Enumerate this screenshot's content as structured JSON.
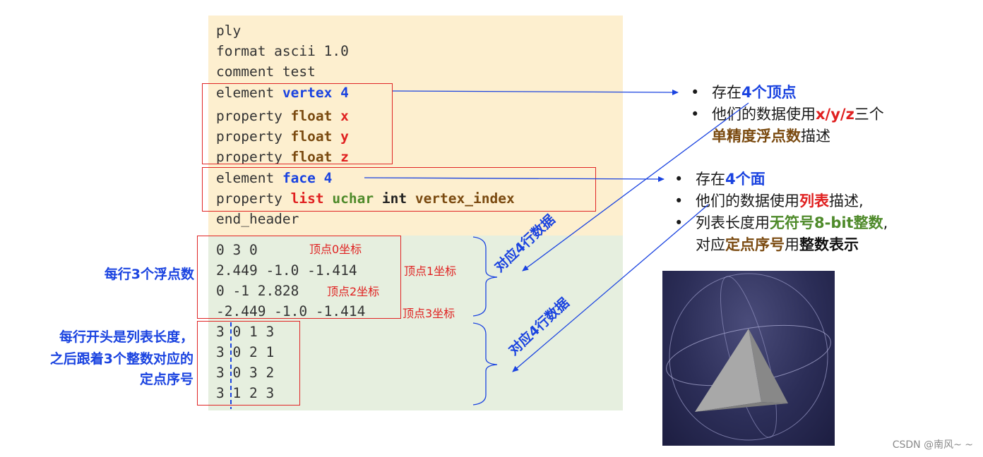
{
  "header_lines": {
    "l1": "ply",
    "l2": "format ascii 1.0",
    "l3": "comment test",
    "element_kw": "element",
    "vertex": "vertex",
    "vertex_count": "4",
    "property_kw": "property",
    "float": "float",
    "x": "x",
    "y": "y",
    "z": "z",
    "face": "face",
    "face_count": "4",
    "list": "list",
    "uchar": "uchar",
    "int": "int",
    "vertex_index": "vertex_index",
    "end_header": "end_header"
  },
  "vertex_lines": [
    "0 3 0",
    "2.449 -1.0 -1.414",
    "0 -1 2.828",
    "-2.449 -1.0 -1.414"
  ],
  "vertex_labels": [
    "顶点0坐标",
    "顶点1坐标",
    "顶点2坐标",
    "顶点3坐标"
  ],
  "face_counts": [
    "3",
    "3",
    "3",
    "3"
  ],
  "face_indices": [
    "0 1 3",
    "0 2 1",
    "0 3 2",
    "1 2 3"
  ],
  "left_labels": {
    "floats": "每行3个浮点数",
    "face_line1": "每行开头是列表长度，",
    "face_line2": "之后跟着3个整数对应的",
    "face_line3": "定点序号"
  },
  "rotated_labels": {
    "vertex_rows": "对应4行数据",
    "face_rows": "对应4行数据"
  },
  "vertex_desc": {
    "b1_pre": "存在",
    "b1_em": "4个顶点",
    "b2_pre": "他们的数据使用",
    "b2_em": "x/y/z",
    "b2_post": "三个",
    "b3_em": "单精度浮点数",
    "b3_post": "描述"
  },
  "face_desc": {
    "b1_pre": "存在",
    "b1_em": "4个面",
    "b2_pre": "他们的数据使用",
    "b2_em": "列表",
    "b2_post": "描述,",
    "b3_pre": "列表长度用",
    "b3_em": "无符号8-bit整数",
    "b3_post": ",",
    "b4_pre": "对应",
    "b4_em1": "定点序号",
    "b4_mid": "用",
    "b4_em2": "整数表示"
  },
  "bullet_char": "•",
  "watermark": "CSDN @南风~ ~",
  "colors": {
    "header_bg": "#fdefcf",
    "data_bg": "#e6efdf",
    "accent_blue": "#1a43e0",
    "accent_red": "#e02020",
    "accent_brown": "#7a4a10",
    "accent_green": "#4e8a2a"
  }
}
